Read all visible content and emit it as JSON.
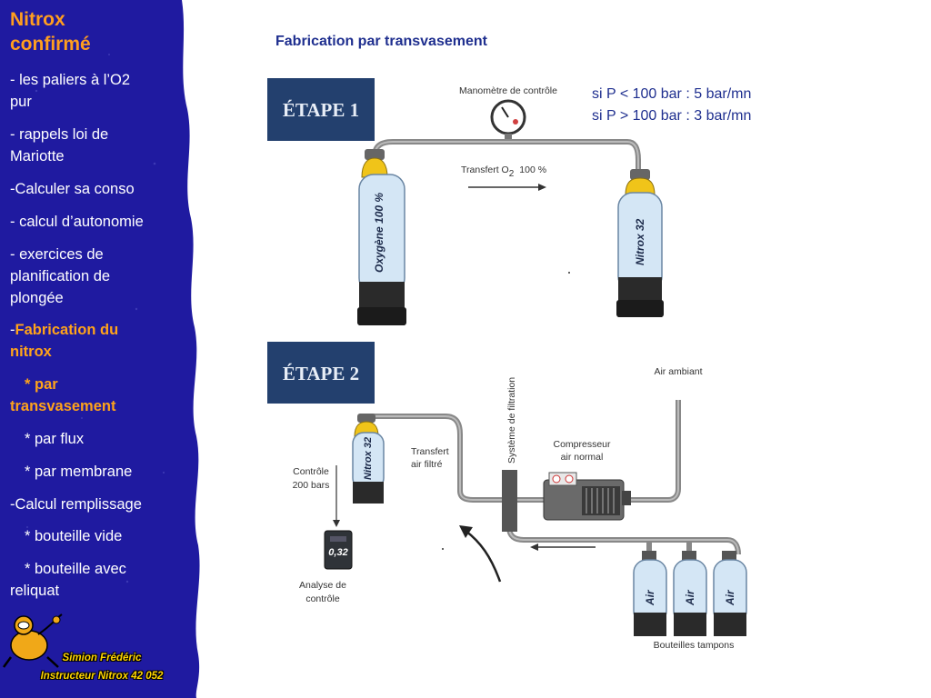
{
  "sidebar": {
    "title_line1": "Nitrox",
    "title_line2": "confirmé",
    "items": [
      {
        "l1": "- les paliers à l’O2",
        "l2": "pur"
      },
      {
        "l1": "- rappels loi de",
        "l2": "Mariotte"
      },
      {
        "l1": "-Calculer sa conso"
      },
      {
        "l1": "- calcul d’autonomie"
      },
      {
        "l1": "- exercices de",
        "l2": "planification de",
        "l3": "plongée"
      },
      {
        "dash": "-",
        "l1": "Fabrication du",
        "l2": "nitrox"
      },
      {
        "l1": "* par",
        "l2": "transvasement"
      },
      {
        "l1": "* par flux"
      },
      {
        "l1": "* par membrane"
      },
      {
        "l1": "-Calcul remplissage"
      },
      {
        "l1": "* bouteille vide"
      },
      {
        "l1": "* bouteille avec",
        "l2": "reliquat"
      }
    ],
    "author_name": "Simion Frédéric",
    "author_role": "Instructeur Nitrox 42 052"
  },
  "main": {
    "title": "Fabrication par transvasement",
    "note_line1": "si P < 100 bar : 5 bar/mn",
    "note_line2": "si P > 100 bar : 3 bar/mn"
  },
  "diagram": {
    "step1": {
      "label": "ÉTAPE 1",
      "gauge_label": "Manomètre de contrôle",
      "transfer_label": "Transfert O",
      "transfer_sub": "2",
      "transfer_pct": "100 %",
      "tank_left": "Oxygène 100 %",
      "tank_right": "Nitrox 32"
    },
    "step2": {
      "label": "ÉTAPE 2",
      "air_label": "Air ambiant",
      "filter_label": "Système de filtration",
      "compressor_line1": "Compresseur",
      "compressor_line2": "air normal",
      "transfer_line1": "Transfert",
      "transfer_line2": "air filtré",
      "control_line1": "Contrôle",
      "control_line2": "200 bars",
      "tank_nitrox": "Nitrox 32",
      "analyzer_value": "0,32",
      "analysis_line1": "Analyse de",
      "analysis_line2": "contrôle",
      "tank_air": "Air",
      "buffers_label": "Bouteilles tampons"
    }
  },
  "colors": {
    "sidebar_bg": "#1f1aa0",
    "title_orange": "#ff9e1f",
    "accent_blue": "#1f2f8f",
    "etape_box": "#23406e",
    "tank_body": "#d4e6f5",
    "tank_neck": "#f0c419"
  }
}
